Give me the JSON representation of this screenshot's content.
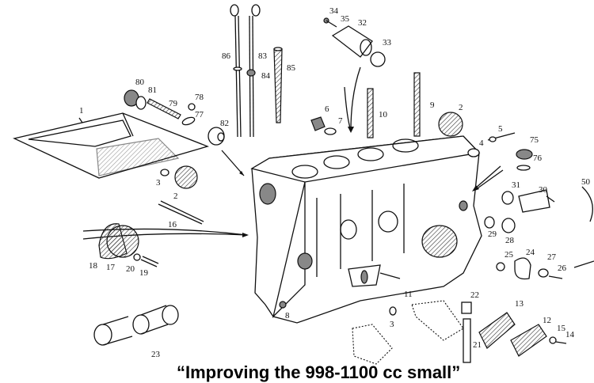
{
  "diagram": {
    "labels": [
      "1",
      "80",
      "81",
      "79",
      "78",
      "77",
      "82",
      "86",
      "83",
      "84",
      "85",
      "3",
      "2",
      "16",
      "18",
      "17",
      "20",
      "19",
      "23",
      "8",
      "34",
      "35",
      "32",
      "33",
      "6",
      "7",
      "10",
      "9",
      "2",
      "5",
      "4",
      "75",
      "76",
      "31",
      "30",
      "50",
      "29",
      "28",
      "25",
      "24",
      "27",
      "26",
      "11",
      "22",
      "13",
      "3",
      "21",
      "12",
      "15",
      "14"
    ]
  },
  "caption": "“Improving the 998-1100 cc small”"
}
